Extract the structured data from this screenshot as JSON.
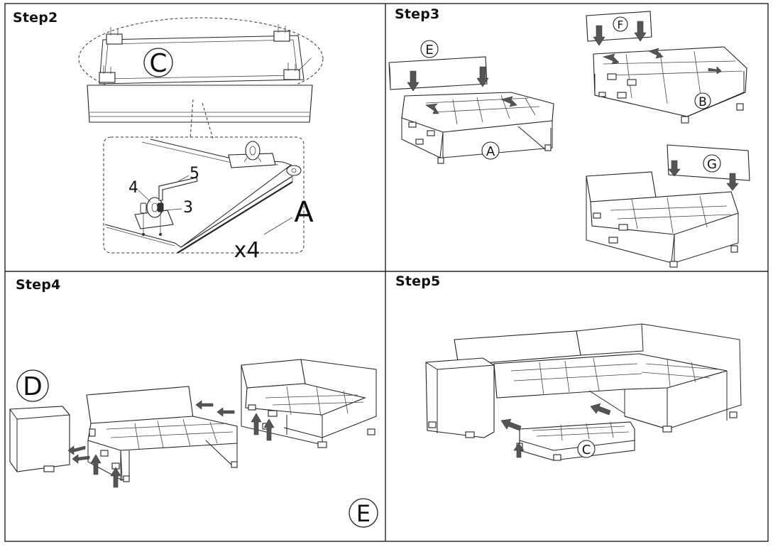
{
  "steps": {
    "step2": {
      "title": "Step2",
      "callout_c": "C",
      "part_4": "4",
      "part_5": "5",
      "part_3": "3",
      "part_a": "A",
      "quantity": "x4"
    },
    "step3": {
      "title": "Step3",
      "label_e": "E",
      "label_a": "A",
      "label_f": "F",
      "label_b": "B",
      "label_g": "G"
    },
    "step4": {
      "title": "Step4",
      "label_d": "D",
      "label_e": "E"
    },
    "step5": {
      "title": "Step5",
      "label_c": "C"
    }
  }
}
